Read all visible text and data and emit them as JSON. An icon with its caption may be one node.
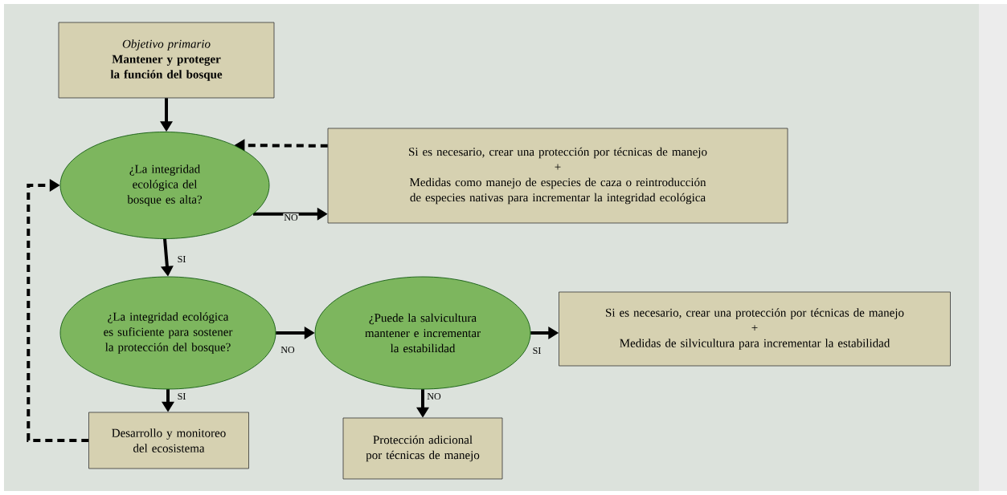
{
  "diagram": {
    "nodes": [
      {
        "text": [
          "Objetivo primario",
          "Mantener y proteger la función del bosque"
        ]
      },
      {
        "text": [
          "¿La integridad ecológica del bosque es alta?"
        ]
      },
      {
        "text": [
          "Si es necesario, crear una protección por técnicas de manejo",
          "+",
          "Medidas como manejo de especies de caza o reintroducción de especies nativas para incrementar la integridad ecológica"
        ]
      },
      {
        "text": [
          "¿La integridad ecológica es suficiente para sostener la protección del bosque?"
        ]
      },
      {
        "text": [
          "¿Puede la salvicultura mantener e incrementar la estabilidad"
        ]
      },
      {
        "text": [
          "Si es necesario, crear una protección por técnicas de manejo",
          "+",
          "Medidas de silvicultura para incrementar la estabilidad"
        ]
      },
      {
        "text": [
          "Desarrollo y monitoreo del ecosistema"
        ]
      },
      {
        "text": [
          "Protección adicional por técnicas de manejo"
        ]
      }
    ],
    "edges": [
      {
        "from": 0,
        "to": 1,
        "arrow": "to"
      },
      {
        "from": 1,
        "to": 2,
        "arrow": "to",
        "label": "NO"
      },
      {
        "from": 2,
        "to": 1,
        "arrow": "to",
        "style": "dashed"
      },
      {
        "from": 1,
        "to": 3,
        "arrow": "to",
        "label": "SI"
      },
      {
        "from": 3,
        "to": 4,
        "arrow": "to",
        "label": "NO"
      },
      {
        "from": 4,
        "to": 5,
        "arrow": "to",
        "label": "SI"
      },
      {
        "from": 3,
        "to": 6,
        "arrow": "to",
        "label": "SI"
      },
      {
        "from": 4,
        "to": 7,
        "arrow": "to",
        "label": "NO"
      },
      {
        "from": 6,
        "to": 1,
        "arrow": "to",
        "style": "dashed"
      }
    ]
  }
}
